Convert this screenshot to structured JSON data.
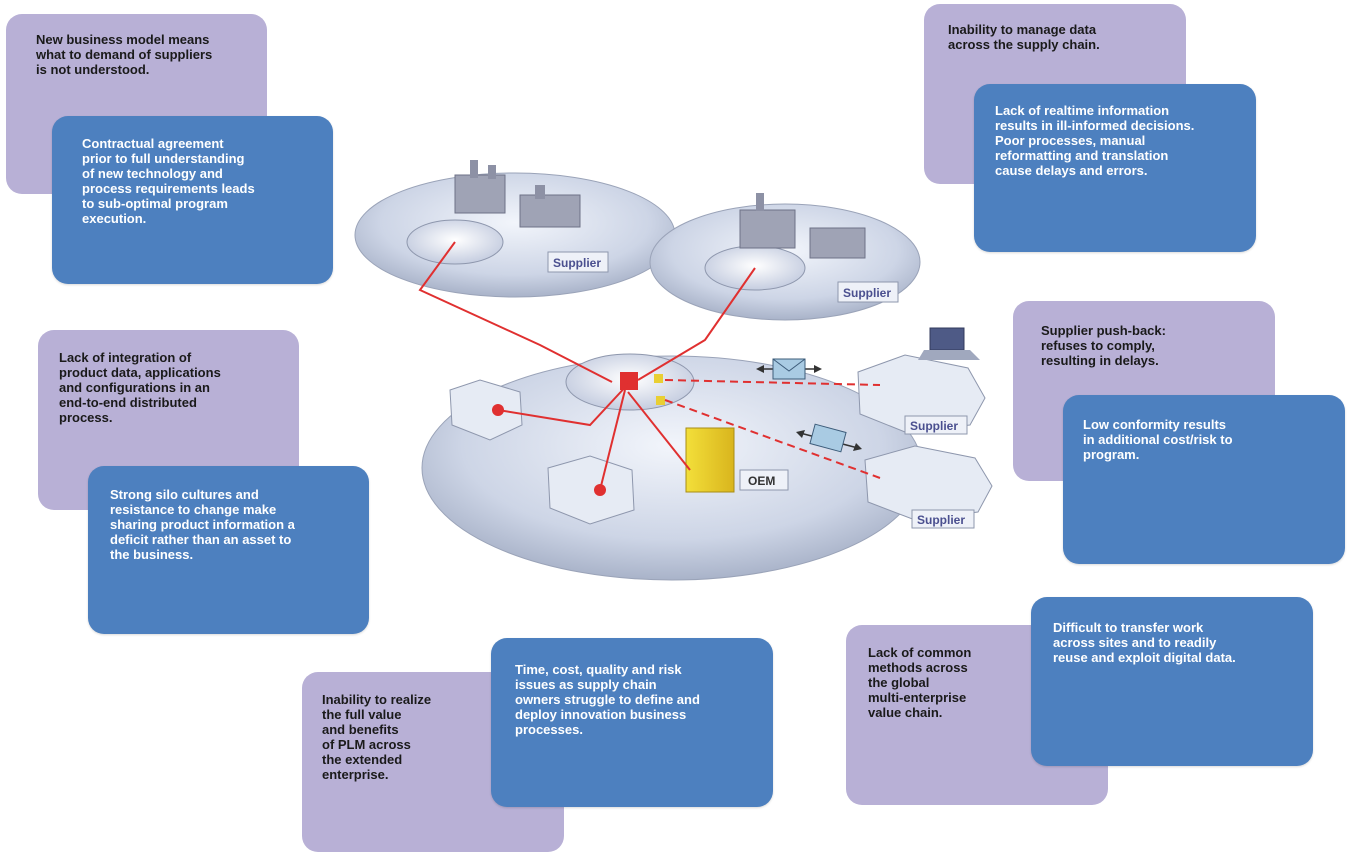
{
  "boxes": {
    "tl_back": "New business model means\nwhat to demand of suppliers\nis not understood.",
    "tl_front": "Contractual agreement\nprior to full understanding\nof new technology and\nprocess requirements leads\nto sub-optimal program\nexecution.",
    "tr_back": "Inability to manage data\nacross the supply chain.",
    "tr_front": "Lack of realtime information\nresults in ill-informed decisions.\nPoor processes, manual\nreformatting and translation\ncause delays and errors.",
    "ml_back": "Lack of integration of\nproduct data, applications\nand configurations in an\nend-to-end distributed\nprocess.",
    "ml_front": "Strong silo cultures and\nresistance to change make\nsharing product information a\ndeficit rather than an asset to\nthe business.",
    "mr_back": "Supplier push-back:\nrefuses to comply,\nresulting in delays.",
    "mr_front": "Low conformity results\nin additional cost/risk to\nprogram.",
    "bm_back": "Inability to realize\nthe full value\nand benefits\nof PLM across\nthe extended\nenterprise.",
    "bm_front": "Time, cost, quality and risk\nissues as supply chain\nowners struggle to define and\ndeploy innovation business\nprocesses.",
    "br_back": "Lack of common\nmethods across\nthe global\nmulti-enterprise\nvalue chain.",
    "br_front": "Difficult to transfer work\nacross sites and to readily\nreuse and exploit digital data."
  },
  "diagram": {
    "supplier_label": "Supplier",
    "oem_label": "OEM"
  },
  "colors": {
    "lavender": "#b8b0d6",
    "blue": "#4d80bf",
    "connection_red": "#e03030",
    "platform": "#cfd6e6"
  }
}
